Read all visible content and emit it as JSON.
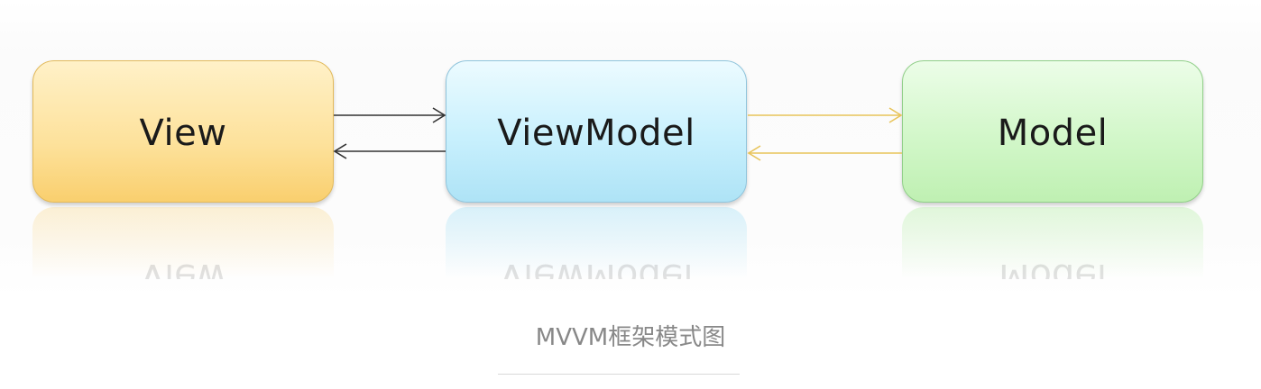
{
  "diagram": {
    "nodes": {
      "view": {
        "label": "View"
      },
      "viewmodel": {
        "label": "ViewModel"
      },
      "model": {
        "label": "Model"
      }
    },
    "edges": [
      {
        "from": "view",
        "to": "viewmodel",
        "color": "#333333"
      },
      {
        "from": "viewmodel",
        "to": "view",
        "color": "#333333"
      },
      {
        "from": "viewmodel",
        "to": "model",
        "color": "#e8c45a"
      },
      {
        "from": "model",
        "to": "viewmodel",
        "color": "#e8c45a"
      }
    ],
    "colors": {
      "view_fill": "#fde19a",
      "viewmodel_fill": "#c8f0fd",
      "model_fill": "#d2f7c9"
    }
  },
  "caption": {
    "text": "MVVM框架模式图"
  }
}
